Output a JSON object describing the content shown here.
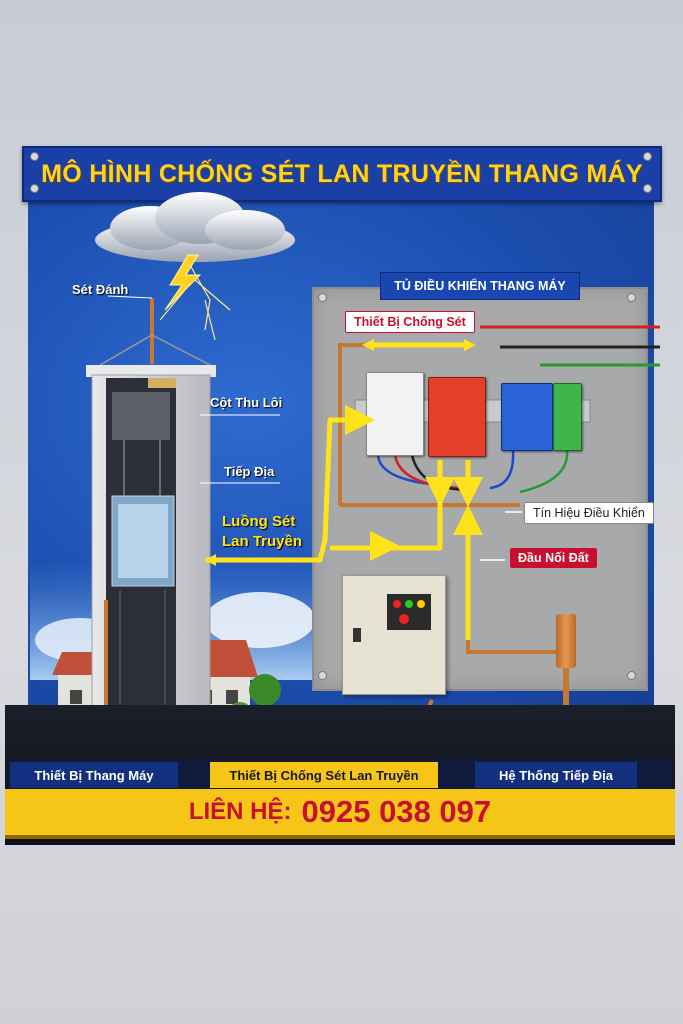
{
  "title": "MÔ HÌNH CHỐNG SÉT LAN TRUYỀN THANG MÁY",
  "labels": {
    "lightning_strike": "Sét Đánh",
    "lightning_rod": "Cột Thu Lôi",
    "grounding": "Tiếp Địa",
    "surge_line1": "Luồng Sét",
    "surge_line2": "Lan Truyền"
  },
  "cabinet": {
    "title": "TỦ ĐIỀU KHIỂN THANG MÁY",
    "device_tag": "Thiết Bị Chống Sét",
    "control_signal": "Tín Hiệu Điều Khiển",
    "ground_terminal": "Đầu Nối Đất"
  },
  "footer": {
    "left": "Thiết Bị Thang Máy",
    "center": "Thiết Bị Chống Sét Lan Truyền",
    "right": "Hệ Thống Tiếp Địa"
  },
  "contact": {
    "label": "LIÊN HỆ:",
    "phone": "0925 038 097"
  },
  "colors": {
    "board_blue": "#1c4fb0",
    "title_yellow": "#ffd21f",
    "arrow_yellow": "#ffe21a",
    "tag_red": "#c8102e",
    "copper": "#c8772e"
  }
}
